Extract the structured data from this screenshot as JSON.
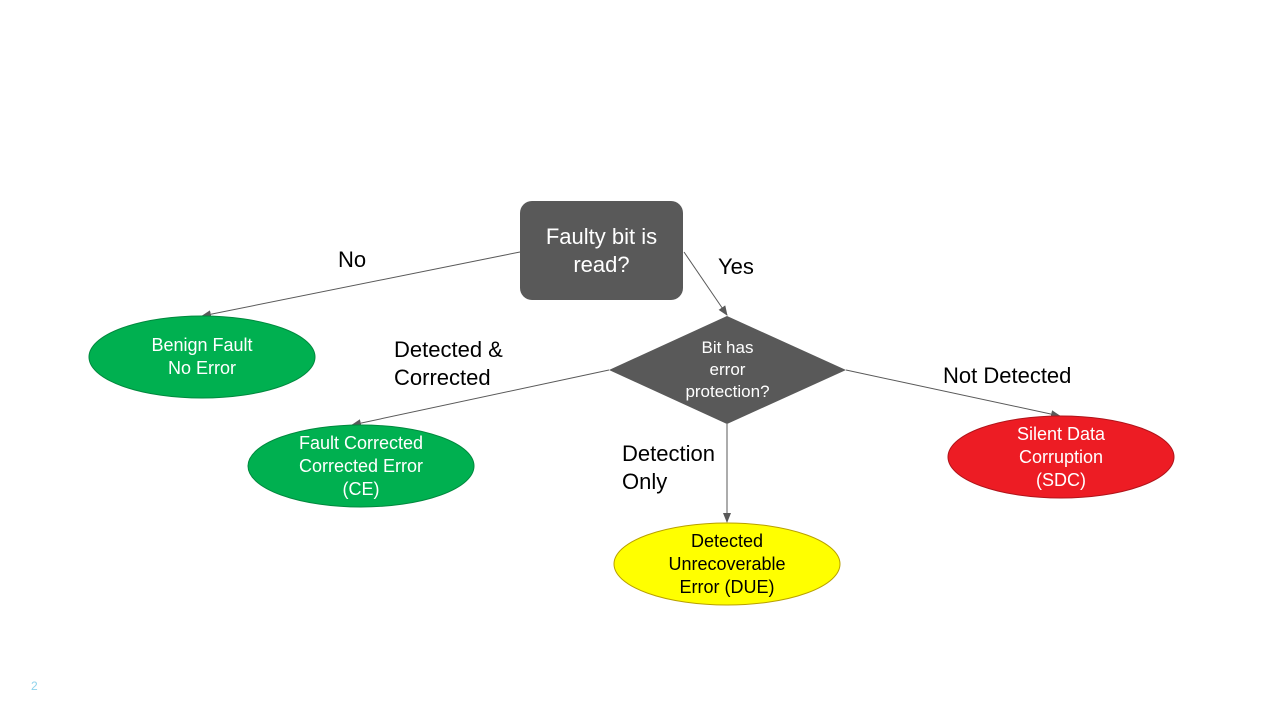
{
  "flowchart": {
    "start_node": {
      "lines": [
        "Faulty bit is",
        "read?"
      ],
      "color": "#595959"
    },
    "decision_node": {
      "lines": [
        "Bit has",
        "error",
        "protection?"
      ],
      "color": "#595959"
    },
    "outcomes": {
      "benign": {
        "lines": [
          "Benign Fault",
          "No Error"
        ],
        "color": "#00b050"
      },
      "corrected": {
        "lines": [
          "Fault Corrected",
          "Corrected Error",
          "(CE)"
        ],
        "color": "#00b050"
      },
      "sdc": {
        "lines": [
          "Silent Data",
          "Corruption",
          "(SDC)"
        ],
        "color": "#ed1c24"
      },
      "due": {
        "lines": [
          "Detected",
          "Unrecoverable",
          "Error (DUE)"
        ],
        "color": "#ffff00"
      }
    },
    "edge_labels": {
      "no": [
        "No"
      ],
      "yes": [
        "Yes"
      ],
      "detected_corrected": [
        "Detected &",
        "Corrected"
      ],
      "not_detected": [
        "Not Detected"
      ],
      "detection_only": [
        "Detection",
        "Only"
      ]
    }
  },
  "footer": {
    "slide_number": "2"
  }
}
